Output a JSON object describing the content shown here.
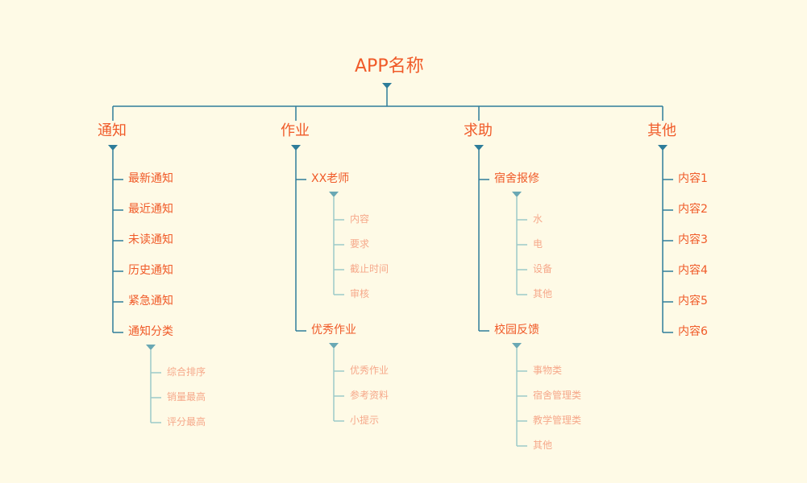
{
  "title": "APP名称",
  "colors": {
    "background": "#fefae6",
    "text_primary": "#f05a28",
    "text_secondary": "#f6a88a",
    "line_primary": "#2e7d9a",
    "line_secondary": "#9ccac9",
    "arrow_secondary": "#6aa8b4"
  },
  "branches": [
    {
      "label": "通知",
      "children": [
        {
          "label": "最新通知",
          "children": []
        },
        {
          "label": "最近通知",
          "children": []
        },
        {
          "label": "未读通知",
          "children": []
        },
        {
          "label": "历史通知",
          "children": []
        },
        {
          "label": "紧急通知",
          "children": []
        },
        {
          "label": "通知分类",
          "children": [
            "综合排序",
            "销量最高",
            "评分最高"
          ]
        }
      ]
    },
    {
      "label": "作业",
      "children": [
        {
          "label": "XX老师",
          "children": [
            "内容",
            "要求",
            "截止时间",
            "审核"
          ]
        },
        {
          "label": "优秀作业",
          "children": [
            "优秀作业",
            "参考资料",
            " 小提示"
          ]
        }
      ]
    },
    {
      "label": "求助",
      "children": [
        {
          "label": "宿舍报修",
          "children": [
            "水",
            "电",
            "设备",
            "其他"
          ]
        },
        {
          "label": "校园反馈",
          "children": [
            "事物类",
            "宿舍管理类",
            "教学管理类",
            "其他"
          ]
        }
      ]
    },
    {
      "label": "其他",
      "children": [
        {
          "label": "内容1",
          "children": []
        },
        {
          "label": "内容2",
          "children": []
        },
        {
          "label": "内容3",
          "children": []
        },
        {
          "label": "内容4",
          "children": []
        },
        {
          "label": "内容5",
          "children": []
        },
        {
          "label": "内容6",
          "children": []
        }
      ]
    }
  ]
}
